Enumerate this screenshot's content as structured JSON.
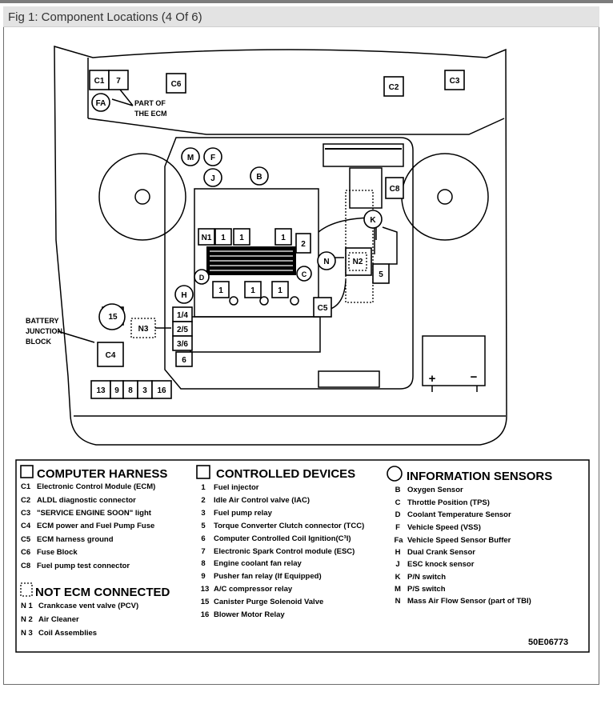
{
  "caption": "Fig 1: Component Locations (4 Of 6)",
  "labels": {
    "part_of_ecm_1": "PART OF",
    "part_of_ecm_2": "THE ECM",
    "battery_1": "BATTERY",
    "battery_2": "JUNCTION",
    "battery_3": "BLOCK",
    "minus": "−",
    "plus": "+"
  },
  "diagram_codes": {
    "c1": "C1",
    "c7": "7",
    "fa": "FA",
    "c6": "C6",
    "c2": "C2",
    "c3": "C3",
    "m": "M",
    "f": "F",
    "j": "J",
    "b": "B",
    "c8": "C8",
    "k": "K",
    "n1": "N1",
    "d1a": "1",
    "d1b": "1",
    "d1c": "1",
    "d2": "2",
    "n": "N",
    "n2": "N2",
    "d": "D",
    "c": "C",
    "d5": "5",
    "l1a": "1",
    "l1b": "1",
    "l1c": "1",
    "c5": "C5",
    "h": "H",
    "d15": "15",
    "n3": "N3",
    "d14": "1/4",
    "d25": "2/5",
    "d36": "3/6",
    "d6": "6",
    "c4": "C4",
    "s13": "13",
    "s9": "9",
    "s8": "8",
    "s3": "3",
    "s16": "16"
  },
  "legend": {
    "computer_harness": {
      "title": "COMPUTER HARNESS",
      "items": [
        {
          "code": "C1",
          "text": "Electronic Control Module (ECM)"
        },
        {
          "code": "C2",
          "text": "ALDL diagnostic connector"
        },
        {
          "code": "C3",
          "text": "\"SERVICE ENGINE SOON\" light"
        },
        {
          "code": "C4",
          "text": "ECM power and Fuel Pump Fuse"
        },
        {
          "code": "C5",
          "text": "ECM harness ground"
        },
        {
          "code": "C6",
          "text": "Fuse Block"
        },
        {
          "code": "C8",
          "text": "Fuel pump test connector"
        }
      ]
    },
    "not_ecm_connected": {
      "title": "NOT ECM CONNECTED",
      "items": [
        {
          "code": "N 1",
          "text": "Crankcase vent valve (PCV)"
        },
        {
          "code": "N 2",
          "text": "Air Cleaner"
        },
        {
          "code": "N 3",
          "text": "Coil Assemblies"
        }
      ]
    },
    "controlled_devices": {
      "title": "CONTROLLED DEVICES",
      "items": [
        {
          "code": "1",
          "text": "Fuel injector"
        },
        {
          "code": "2",
          "text": "Idle Air Control valve (IAC)"
        },
        {
          "code": "3",
          "text": "Fuel pump relay"
        },
        {
          "code": "5",
          "text": "Torque Converter Clutch connector (TCC)"
        },
        {
          "code": "6",
          "text": "Computer Controlled Coil Ignition(C³I)"
        },
        {
          "code": "7",
          "text": "Electronic Spark Control module (ESC)"
        },
        {
          "code": "8",
          "text": "Engine coolant fan relay"
        },
        {
          "code": "9",
          "text": "Pusher fan relay (If Equipped)"
        },
        {
          "code": "13",
          "text": "A/C compressor relay"
        },
        {
          "code": "15",
          "text": "Canister Purge Solenoid Valve"
        },
        {
          "code": "16",
          "text": "Blower Motor Relay"
        }
      ]
    },
    "information_sensors": {
      "title": "INFORMATION SENSORS",
      "items": [
        {
          "code": "B",
          "text": "Oxygen Sensor"
        },
        {
          "code": "C",
          "text": "Throttle Position (TPS)"
        },
        {
          "code": "D",
          "text": "Coolant Temperature Sensor"
        },
        {
          "code": "F",
          "text": "Vehicle Speed (VSS)"
        },
        {
          "code": "Fa",
          "text": "Vehicle Speed Sensor Buffer"
        },
        {
          "code": "H",
          "text": "Dual Crank Sensor"
        },
        {
          "code": "J",
          "text": "ESC knock sensor"
        },
        {
          "code": "K",
          "text": "P/N switch"
        },
        {
          "code": "M",
          "text": "P/S switch"
        },
        {
          "code": "N",
          "text": "Mass Air Flow Sensor (part of TBI)"
        }
      ]
    },
    "figure_id": "50E06773"
  }
}
